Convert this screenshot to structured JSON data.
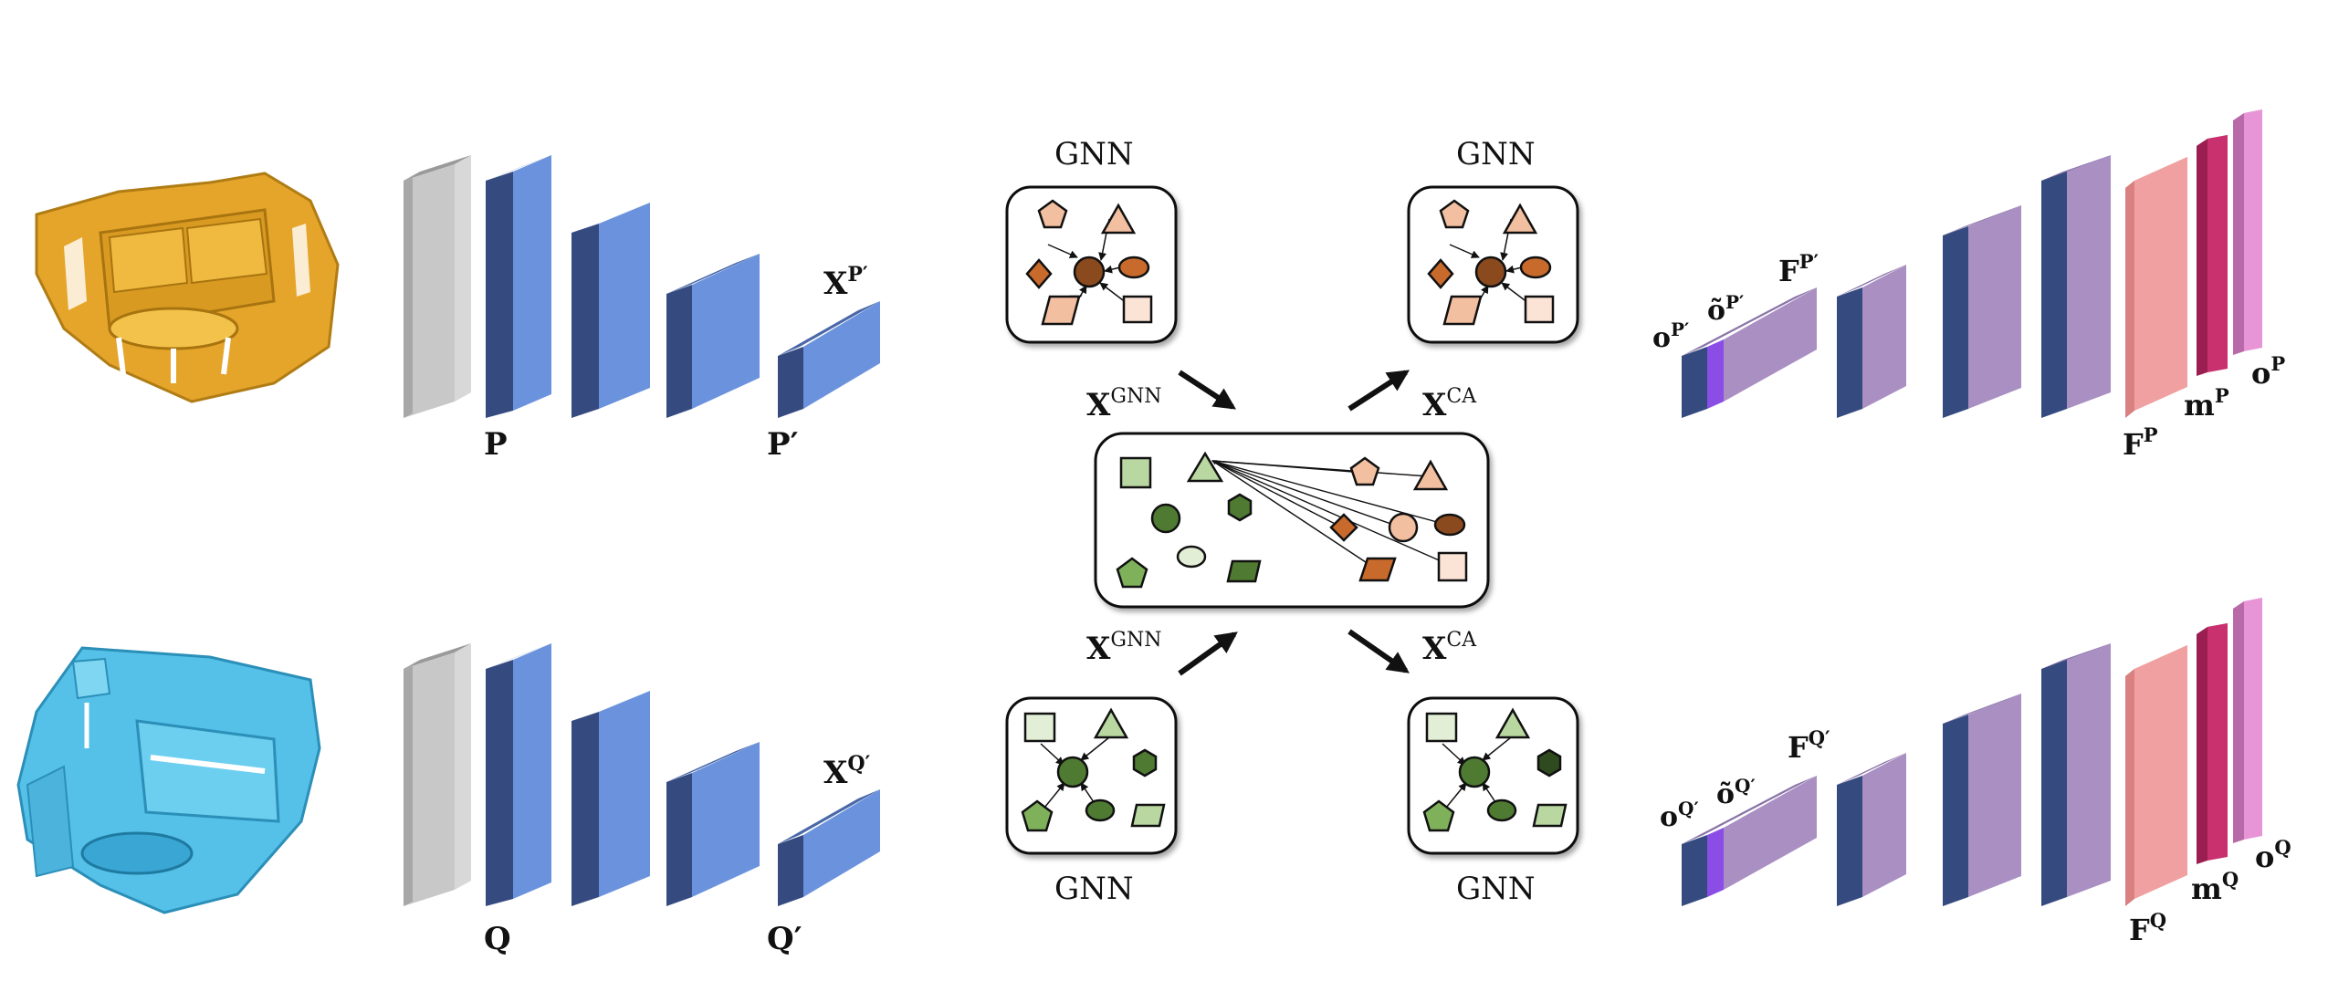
{
  "colors": {
    "gray_block": "#c8c8c8",
    "blue_block": "#6b93dd",
    "blue_dark": "#354b80",
    "purple_block": "#a98fc2",
    "violet_strip": "#8a4de6",
    "salmon_block": "#f0a0a0",
    "magenta_block": "#c8306e",
    "pink_block": "#e895d8",
    "orange_scan": "#e5a52b",
    "cyan_scan": "#55c1e8",
    "node_brown": "#8a4a1e",
    "node_orange": "#c86a2c",
    "node_peach": "#f2bfa0",
    "node_peach_light": "#fbe3d5",
    "node_green_dark": "#4f7a32",
    "node_green_light": "#b9d7a0",
    "node_green_pale": "#e2efd6"
  },
  "encoder_top": {
    "input_label": "P",
    "output_label": "P′",
    "feature_label": "X",
    "feature_sup": "P′"
  },
  "encoder_bottom": {
    "input_label": "Q",
    "output_label": "Q′",
    "feature_label": "X",
    "feature_sup": "Q′"
  },
  "gnn_modules": {
    "top_left": "GNN",
    "top_right": "GNN",
    "bottom_left": "GNN",
    "bottom_right": "GNN"
  },
  "arrows": {
    "gnn_main": "X",
    "gnn_sup": "GNN",
    "ca_main": "X",
    "ca_sup": "CA"
  },
  "decoder_top": {
    "o_label": "o",
    "o_sup": "P′",
    "otilde_label": "õ",
    "otilde_sup": "P′",
    "f_prime_label": "F",
    "f_prime_sup": "P′",
    "f_label": "F",
    "f_sup": "P",
    "m_label": "m",
    "m_sup": "P",
    "o_out_label": "o",
    "o_out_sup": "P"
  },
  "decoder_bottom": {
    "o_label": "o",
    "o_sup": "Q′",
    "otilde_label": "õ",
    "otilde_sup": "Q′",
    "f_prime_label": "F",
    "f_prime_sup": "Q′",
    "f_label": "F",
    "f_sup": "Q",
    "m_label": "m",
    "m_sup": "Q",
    "o_out_label": "o",
    "o_out_sup": "Q"
  }
}
